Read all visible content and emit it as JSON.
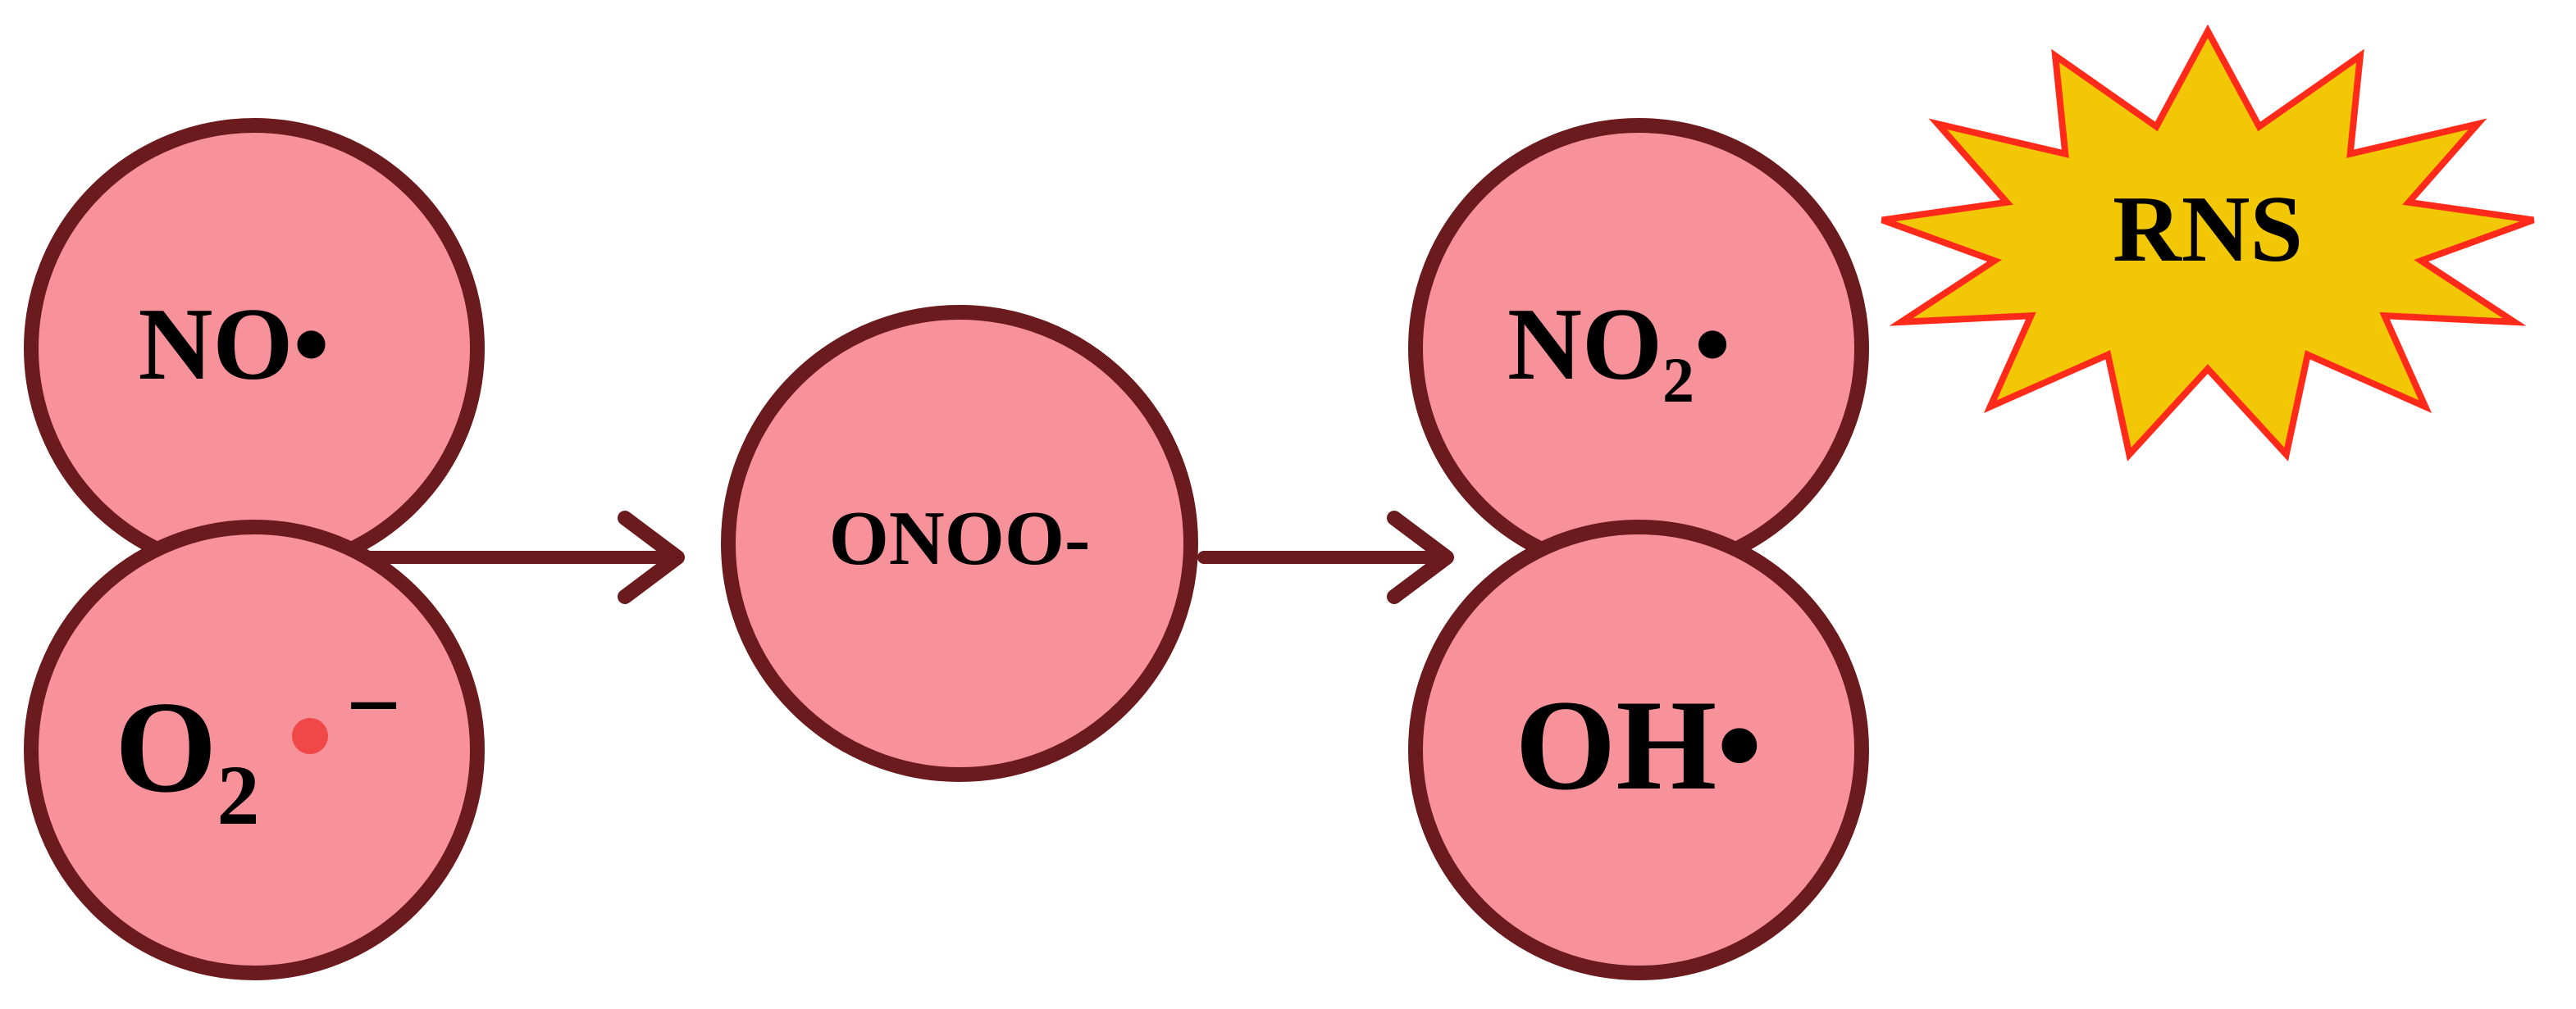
{
  "colors": {
    "circle_fill": "#F8929A",
    "circle_stroke": "#6B1A1E",
    "arrow": "#6B1A1E",
    "burst_fill": "#F2C705",
    "burst_stroke": "#FF2A1A",
    "radical_dot_red": "#F04848",
    "text": "#000000"
  },
  "reactants": {
    "nitric_oxide": {
      "formula": "NO",
      "radical": "•"
    },
    "superoxide": {
      "element": "O",
      "subscript": "2",
      "charge": "−"
    }
  },
  "intermediate": {
    "formula": "ONOO-"
  },
  "products": {
    "nitrogen_dioxide": {
      "element": "NO",
      "subscript": "2",
      "radical": "•"
    },
    "hydroxyl": {
      "formula": "OH",
      "radical": "•"
    }
  },
  "burst": {
    "label": "RNS"
  }
}
